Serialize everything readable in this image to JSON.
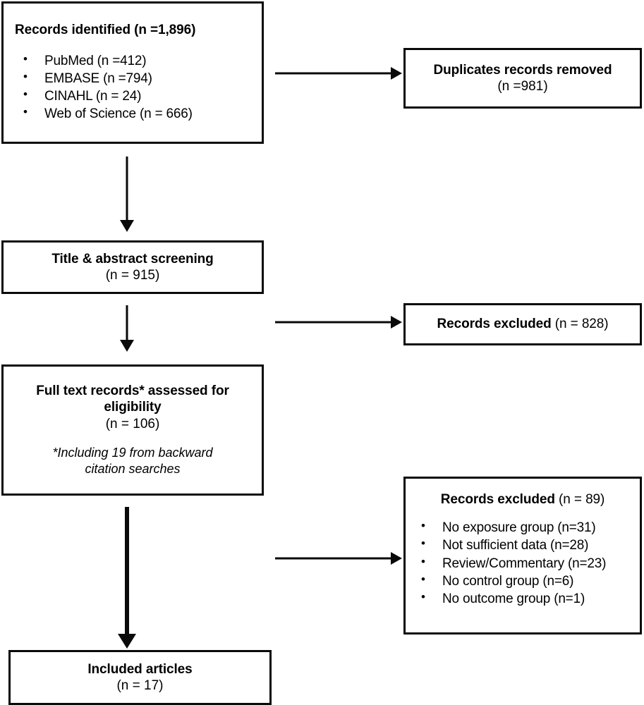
{
  "diagram": {
    "type": "prisma-flow-diagram",
    "ink_color": "#0a0a0a",
    "background": "#ffffff"
  },
  "boxes": {
    "identified": {
      "title": "Records identified (n =1,896)",
      "sources": [
        "PubMed (n =412)",
        "EMBASE (n =794)",
        "CINAHL (n = 24)",
        "Web of Science (n = 666)"
      ]
    },
    "duplicates": {
      "title": "Duplicates records removed",
      "count": "(n =981)"
    },
    "screening": {
      "title": "Title & abstract screening",
      "count": "(n = 915)"
    },
    "excluded_screening": {
      "title": "Records excluded",
      "count": " (n = 828)"
    },
    "fulltext": {
      "title_line1": "Full text records* assessed for",
      "title_line2": "eligibility",
      "count": "(n = 106)",
      "note_line1": "*Including 19 from backward",
      "note_line2": "citation searches"
    },
    "excluded_fulltext": {
      "title": "Records excluded",
      "count": " (n = 89)",
      "reasons": [
        "No exposure group (n=31)",
        "Not sufficient data (n=28)",
        "Review/Commentary (n=23)",
        "No control group (n=6)",
        "No outcome group (n=1)"
      ]
    },
    "included": {
      "title": "Included articles",
      "count": "(n = 17)"
    }
  },
  "connectors": {
    "identified_to_duplicates": "arrow-right",
    "identified_to_screening": "arrow-down",
    "screening_to_excluded": "arrow-right",
    "screening_to_fulltext": "arrow-down",
    "fulltext_to_excluded": "arrow-right",
    "fulltext_to_included": "arrow-down-thick"
  }
}
